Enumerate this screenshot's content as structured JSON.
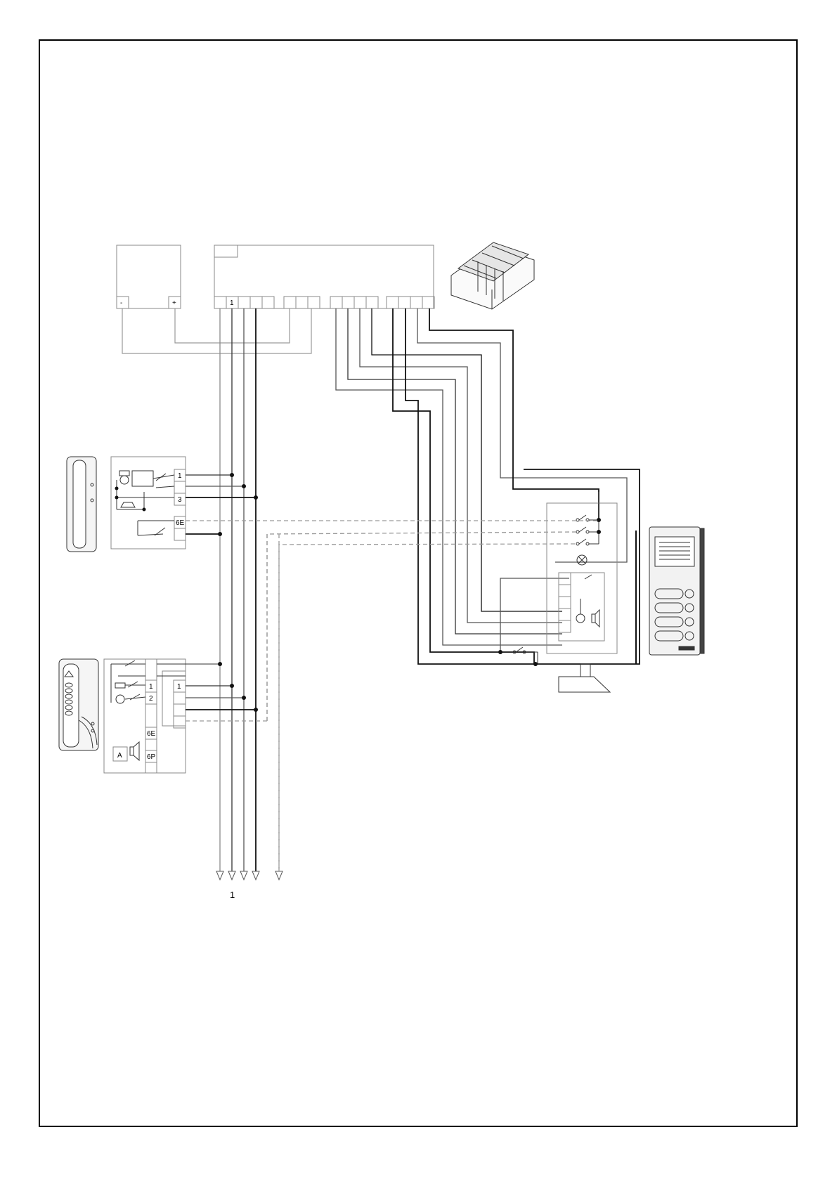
{
  "colors": {
    "frame": "#000000",
    "wire_dark": "#111111",
    "wire_light": "#9a9a9a",
    "box": "#8c8c8c",
    "dashed": "#9a9a9a",
    "fill_light": "#e6e6e6"
  },
  "power_supply": {
    "minus": "-",
    "plus": "+"
  },
  "controller": {
    "terminal_first": "1"
  },
  "handset_1": {
    "terminals": [
      "1",
      "3",
      "6E"
    ]
  },
  "handset_2": {
    "terminals_left": [
      "1",
      "2",
      "6E",
      "6P"
    ],
    "terminal_right": "1",
    "box_label": "A"
  },
  "bus_output": {
    "label": "1"
  }
}
